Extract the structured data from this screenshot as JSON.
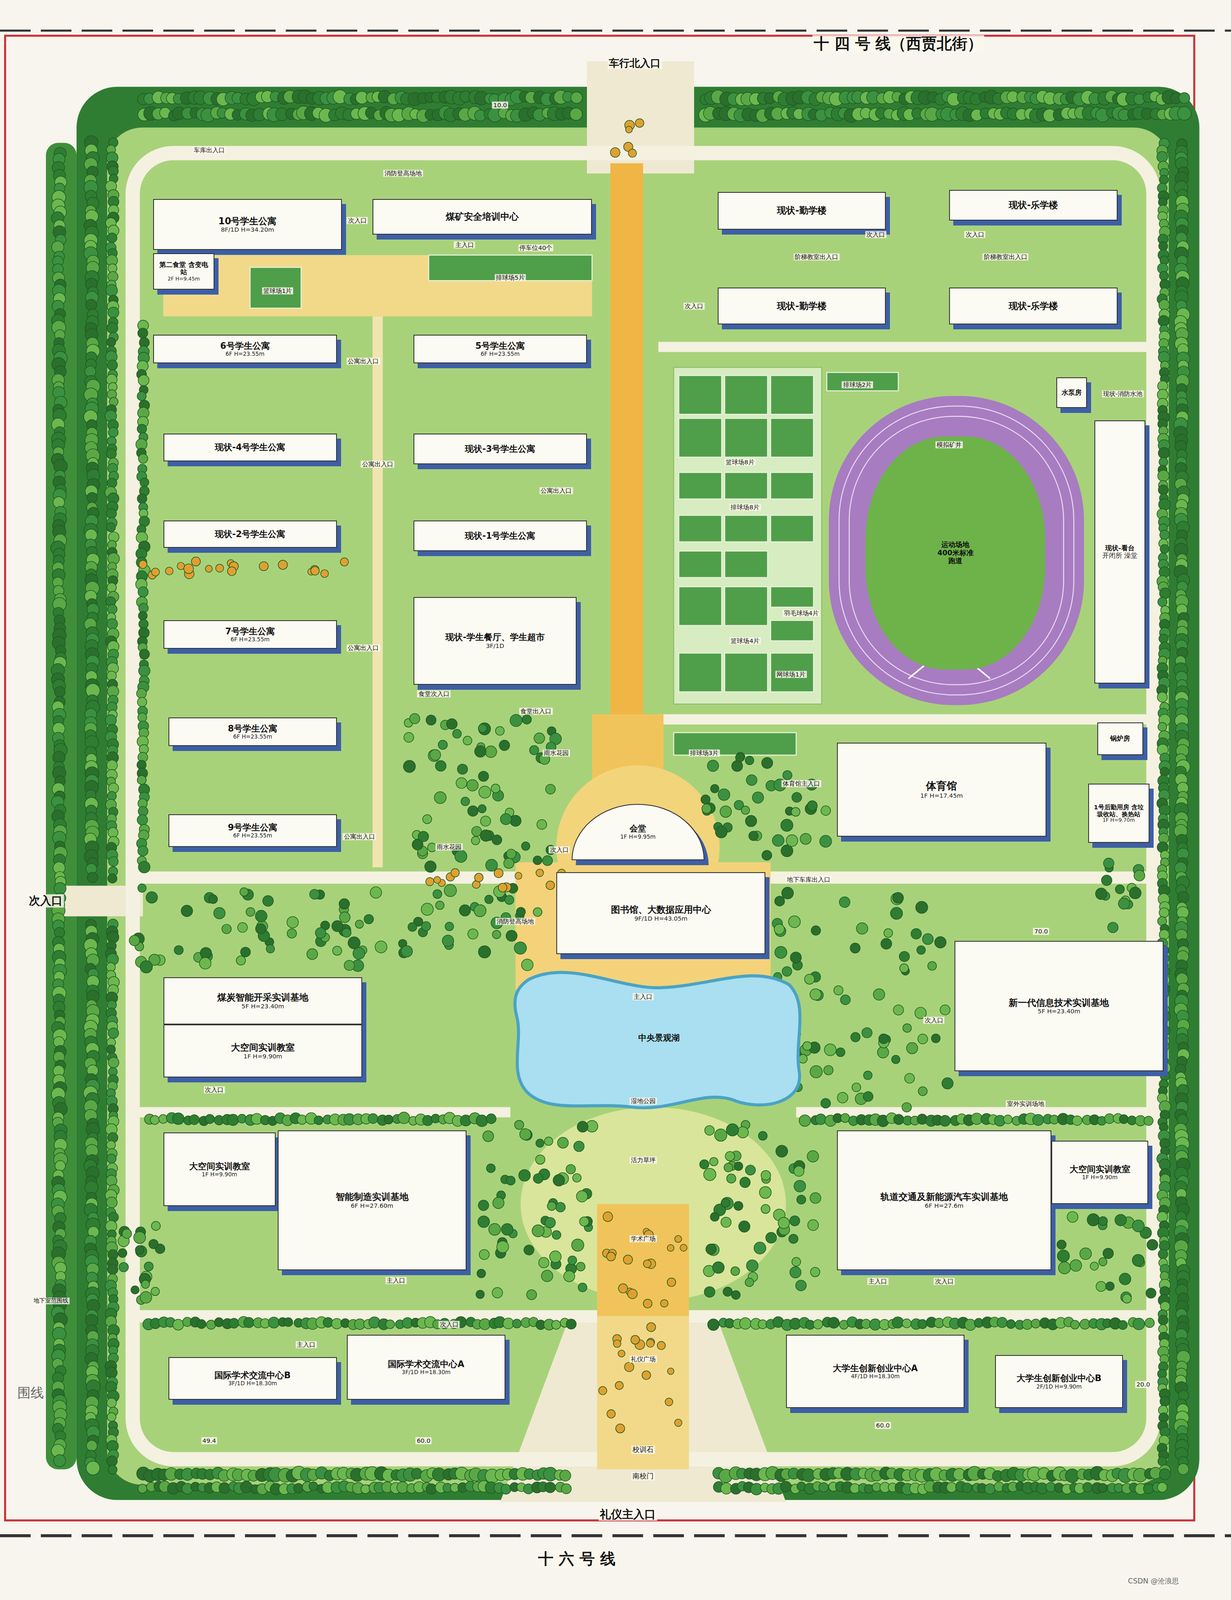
{
  "diagram": {
    "nodes": [
      {
        "text": [
          "10号学生公寓",
          "8F/1D H=34.20m"
        ]
      },
      {
        "text": [
          "第二食堂 含变电站",
          "2F H=9.45m"
        ]
      },
      {
        "text": [
          "煤矿安全培训中心"
        ]
      },
      {
        "text": [
          "现状-勤学楼"
        ]
      },
      {
        "text": [
          "现状-乐学楼"
        ]
      },
      {
        "text": [
          "现状-勤学楼"
        ]
      },
      {
        "text": [
          "现状-乐学楼"
        ]
      },
      {
        "text": [
          "6号学生公寓",
          "6F H=23.55m"
        ]
      },
      {
        "text": [
          "5号学生公寓",
          "6F H=23.55m"
        ]
      },
      {
        "text": [
          "现状-4号学生公寓"
        ]
      },
      {
        "text": [
          "现状-3号学生公寓"
        ]
      },
      {
        "text": [
          "现状-2号学生公寓"
        ]
      },
      {
        "text": [
          "现状-1号学生公寓"
        ]
      },
      {
        "text": [
          "7号学生公寓",
          "6F H=23.55m"
        ]
      },
      {
        "text": [
          "现状-学生餐厅、学生超市",
          "3F/1D"
        ]
      },
      {
        "text": [
          "8号学生公寓",
          "6F H=23.55m"
        ]
      },
      {
        "text": [
          "9号学生公寓",
          "6F H=23.55m"
        ]
      },
      {
        "text": [
          "水泵房"
        ]
      },
      {
        "text": [
          "现状-看台",
          "开闭所 澡堂"
        ]
      },
      {
        "text": [
          "运动场地 400米标准跑道"
        ]
      },
      {
        "text": [
          "体育馆",
          "1F H=17.45m"
        ]
      },
      {
        "text": [
          "锅炉房"
        ]
      },
      {
        "text": [
          "1号后勤用房 含垃圾收站、换热站",
          "1F H=9.70m"
        ]
      },
      {
        "text": [
          "会堂",
          "1F H=9.95m"
        ]
      },
      {
        "text": [
          "图书馆、大数据应用中心",
          "9F/1D H=43.05m"
        ]
      },
      {
        "text": [
          "中央景观湖"
        ]
      },
      {
        "text": [
          "煤炭智能开采实训基地",
          "5F H=23.40m"
        ]
      },
      {
        "text": [
          "大空间实训教室",
          "1F H=9.90m"
        ]
      },
      {
        "text": [
          "新一代信息技术实训基地",
          "5F H=23.40m"
        ]
      },
      {
        "text": [
          "大空间实训教室",
          "1F H=9.90m"
        ]
      },
      {
        "text": [
          "智能制造实训基地",
          "6F H=27.60m"
        ]
      },
      {
        "text": [
          "轨道交通及新能源汽车实训基地",
          "6F H=27.6m"
        ]
      },
      {
        "text": [
          "大空间实训教室",
          "1F H=9.90m"
        ]
      },
      {
        "text": [
          "国际学术交流中心B",
          "3F/1D H=18.30m"
        ]
      },
      {
        "text": [
          "国际学术交流中心A",
          "3F/1D H=18.30m"
        ]
      },
      {
        "text": [
          "大学生创新创业中心A",
          "4F/1D H=18.30m"
        ]
      },
      {
        "text": [
          "大学生创新创业中心B",
          "2F/1D H=9.90m"
        ]
      }
    ],
    "labels": [
      "十 四 号 线（西贾北街）",
      "车行北入口",
      "消防登高场地",
      "车库出入口",
      "次入口",
      "主入口",
      "停车位40个",
      "篮球场1片",
      "排球场5片",
      "次入口",
      "次入口",
      "阶梯教室出入口",
      "阶梯教室出入口",
      "次入口",
      "现状-消防水池",
      "排球场2片",
      "模拟矿井",
      "篮球场8片",
      "排球场8片",
      "羽毛球场4片",
      "篮球场4片",
      "网球场1片",
      "公寓出入口",
      "公寓出入口",
      "公寓出入口",
      "公寓出入口",
      "公寓出入口",
      "食堂次入口",
      "食堂出入口",
      "排球场3片",
      "雨水花园",
      "雨水花园",
      "体育馆主入口",
      "次入口",
      "消防登高场地",
      "地下车库出入口",
      "次入口",
      "主入口",
      "湿地公园",
      "活力草坪",
      "学术广场",
      "礼仪广场",
      "室外实训场地",
      "次入口",
      "次入口",
      "主入口",
      "次入口",
      "主入口",
      "次入口",
      "主入口",
      "校训石",
      "南校门",
      "礼仪主入口",
      "十 六 号 线",
      "围线",
      "地下室范围线",
      "10.0",
      "49.4",
      "60.0",
      "60.0",
      "70.0",
      "20.0",
      "CSDN @沧浪思"
    ]
  }
}
